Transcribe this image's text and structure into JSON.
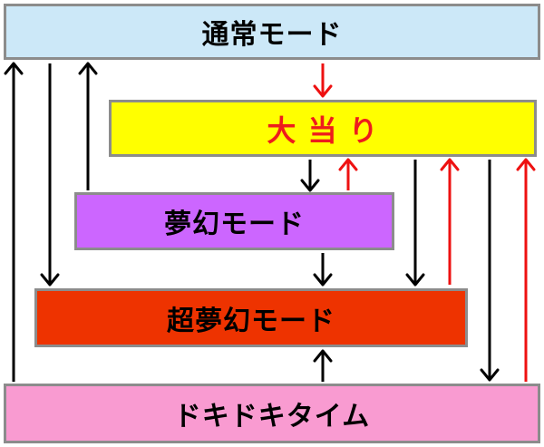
{
  "boxes": {
    "normal": {
      "label": "通常モード",
      "fill": "#cce8f8",
      "text_color": "#000000"
    },
    "jackpot": {
      "label": "大 当 り",
      "fill": "#ffff00",
      "text_color": "#ee1c1c"
    },
    "yume": {
      "label": "夢幻モード",
      "fill": "#cc66ff",
      "text_color": "#000000"
    },
    "super": {
      "label": "超夢幻モード",
      "fill": "#ee3300",
      "text_color": "#000000"
    },
    "doki": {
      "label": "ドキドキタイム",
      "fill": "#f99bd1",
      "text_color": "#000000"
    }
  },
  "arrow_colors": {
    "black": "#000000",
    "red": "#ee1111"
  },
  "arrows": [
    {
      "from": "doki",
      "to": "normal",
      "color": "black"
    },
    {
      "from": "normal",
      "to": "super",
      "color": "black"
    },
    {
      "from": "yume",
      "to": "normal",
      "color": "black"
    },
    {
      "from": "normal",
      "to": "jackpot",
      "color": "red"
    },
    {
      "from": "jackpot",
      "to": "yume",
      "color": "black"
    },
    {
      "from": "yume",
      "to": "jackpot",
      "color": "red"
    },
    {
      "from": "yume",
      "to": "super",
      "color": "black"
    },
    {
      "from": "jackpot",
      "to": "super",
      "color": "black"
    },
    {
      "from": "super",
      "to": "jackpot",
      "color": "red"
    },
    {
      "from": "jackpot",
      "to": "doki",
      "color": "black"
    },
    {
      "from": "doki",
      "to": "jackpot",
      "color": "red"
    },
    {
      "from": "doki",
      "to": "super",
      "color": "black"
    }
  ]
}
